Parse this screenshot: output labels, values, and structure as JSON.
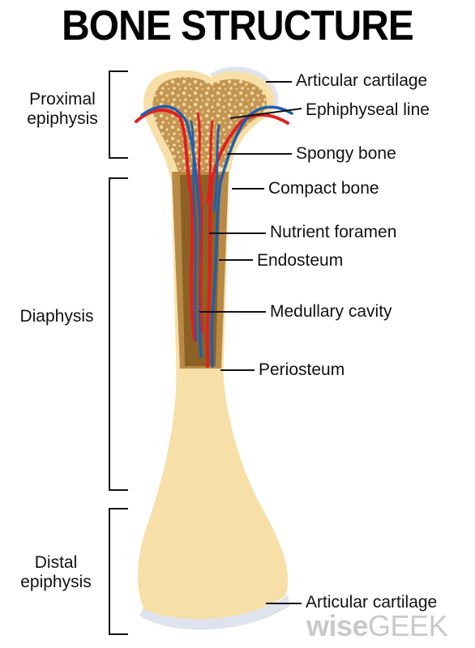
{
  "title": "BONE STRUCTURE",
  "regions": {
    "proximal": [
      "Proximal",
      "epiphysis"
    ],
    "diaphysis": "Diaphysis",
    "distal": [
      "Distal",
      "epiphysis"
    ]
  },
  "labels": {
    "articular_top": "Articular cartilage",
    "epiphyseal_line": "Ephiphyseal line",
    "spongy_bone": "Spongy bone",
    "compact_bone": "Compact bone",
    "nutrient_foramen": "Nutrient foramen",
    "endosteum": "Endosteum",
    "medullary_cavity": "Medullary cavity",
    "periosteum": "Periosteum",
    "articular_bottom": "Articular cartilage"
  },
  "watermark": {
    "bold": "wise",
    "rest": "GEEK"
  },
  "colors": {
    "bone": "#f7dfa8",
    "spongy": "#b98a45",
    "marrow": "#8b6124",
    "cartilage": "#dfe3ee",
    "artery": "#e02020",
    "vein": "#1f5fb0"
  }
}
